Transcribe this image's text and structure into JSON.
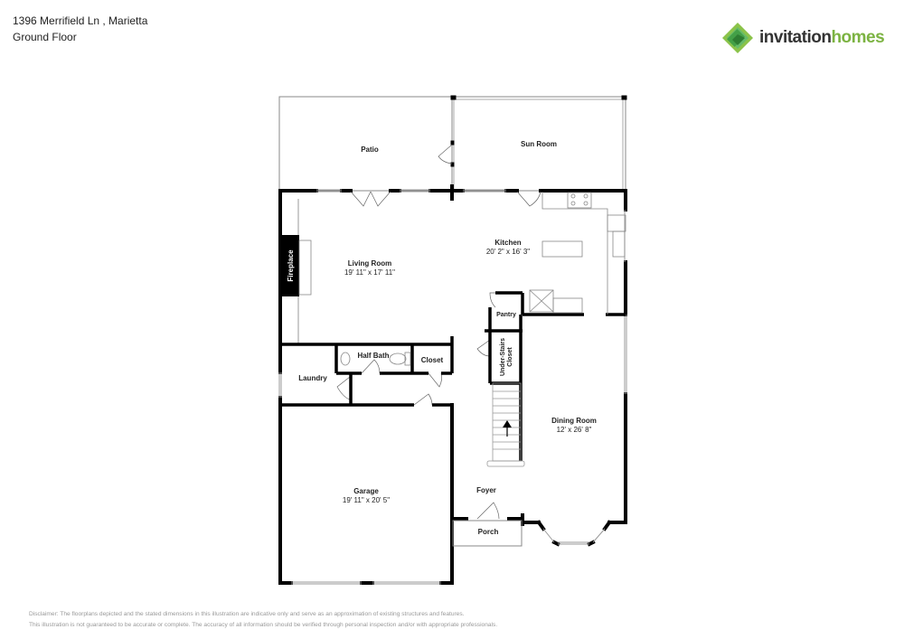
{
  "header": {
    "address": "1396 Merrifield Ln , Marietta",
    "floor": "Ground Floor"
  },
  "brand": {
    "name_part1": "invitation",
    "name_part2": "homes",
    "colors": {
      "dark": "#333333",
      "green": "#7cb342",
      "logo_light": "#8bc34a",
      "logo_dark": "#43a047"
    }
  },
  "rooms": {
    "patio": {
      "name": "Patio"
    },
    "sun_room": {
      "name": "Sun Room"
    },
    "living_room": {
      "name": "Living Room",
      "dims": "19' 11\" x 17' 11\""
    },
    "kitchen": {
      "name": "Kitchen",
      "dims": "20' 2\" x 16' 3\""
    },
    "fireplace": {
      "name": "Fireplace"
    },
    "pantry": {
      "name": "Pantry"
    },
    "half_bath": {
      "name": "Half Bath"
    },
    "closet": {
      "name": "Closet"
    },
    "under_stairs_closet": {
      "name_line1": "Under-Stairs",
      "name_line2": "Closet"
    },
    "laundry": {
      "name": "Laundry"
    },
    "dining_room": {
      "name": "Dining Room",
      "dims": "12' x 26' 8\""
    },
    "garage": {
      "name": "Garage",
      "dims": "19' 11\" x 20' 5\""
    },
    "foyer": {
      "name": "Foyer"
    },
    "porch": {
      "name": "Porch"
    }
  },
  "disclaimer": {
    "line1": "Disclaimer: The floorplans depicted and the stated dimensions in this illustration are indicative only and serve as an approximation of existing structures and features.",
    "line2": "This illustration is not guaranteed to be accurate or complete. The accuracy of all information should be verified through personal inspection and/or with appropriate professionals."
  }
}
